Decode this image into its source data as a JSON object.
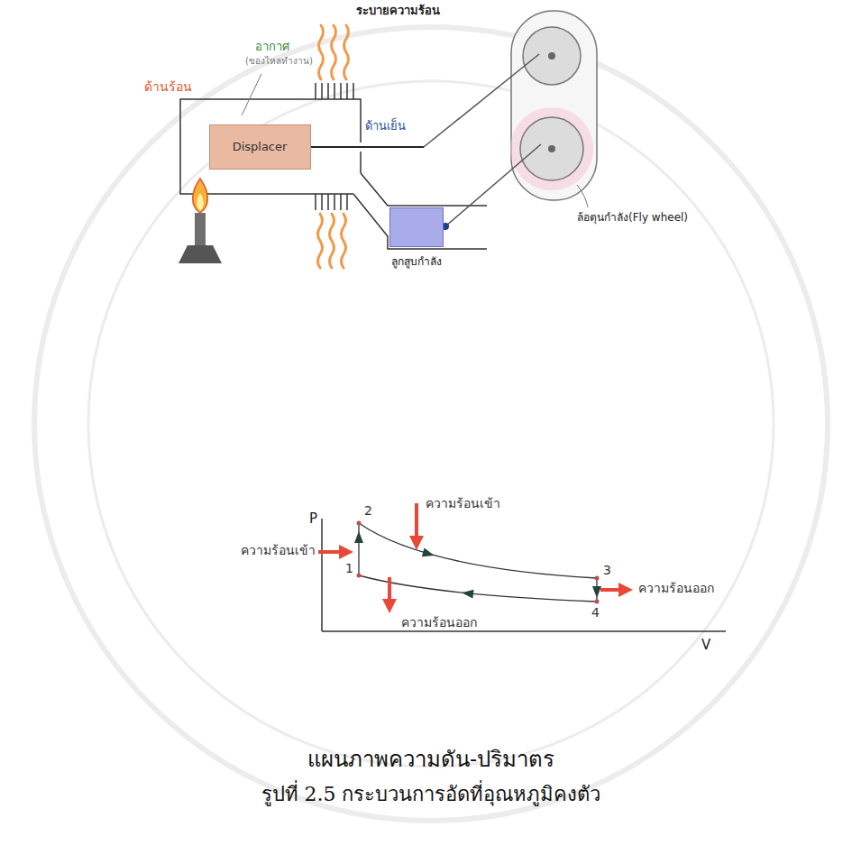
{
  "diagram": {
    "caption": "รูปที่ 2.5 กระบวนการอัดที่อุณหภูมิคงตัว",
    "nodes": [
      {
        "text": [
          "Displacer"
        ]
      },
      {
        "text": [
          "ลูกสูบกำลัง"
        ]
      }
    ],
    "labels": [
      "ระบายความร้อน",
      "อากาศ",
      "(ของไหลทำงาน)",
      "ด้านร้อน",
      "ด้านเย็น",
      "ล้อตุนกำลัง(Fly wheel)",
      "P",
      "2",
      "ความร้อนเข้า",
      "ความร้อนเข้า",
      "1",
      "3",
      "ความร้อนออก",
      "4",
      "ความร้อนออก",
      "V",
      "แผนภาพความดัน-ปริมาตร"
    ]
  }
}
